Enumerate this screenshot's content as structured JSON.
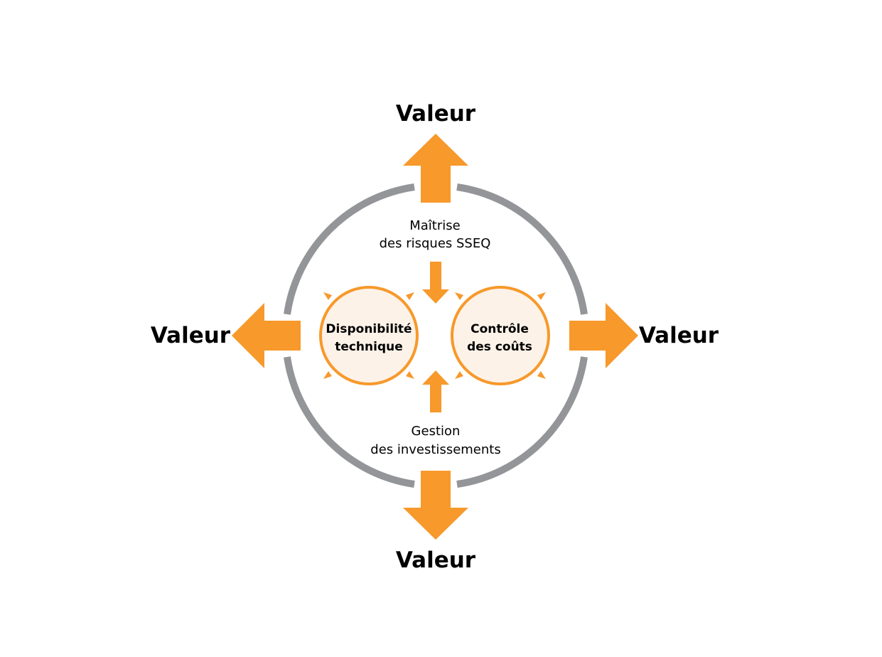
{
  "colors": {
    "ring": "#939598",
    "arrow": "#F7992B",
    "gear_stroke": "#F7992B",
    "gear_fill": "#FDF2E8",
    "text": "#000000"
  },
  "value_labels": {
    "top": "Valeur",
    "left": "Valeur",
    "right": "Valeur",
    "bottom": "Valeur"
  },
  "top_label": {
    "line1": "Maîtrise",
    "line2": "des risques SSEQ"
  },
  "bottom_label": {
    "line1": "Gestion",
    "line2": "des investissements"
  },
  "gear_left": {
    "line1": "Disponibilité",
    "line2": "technique"
  },
  "gear_right": {
    "line1": "Contrôle",
    "line2": "des coûts"
  }
}
